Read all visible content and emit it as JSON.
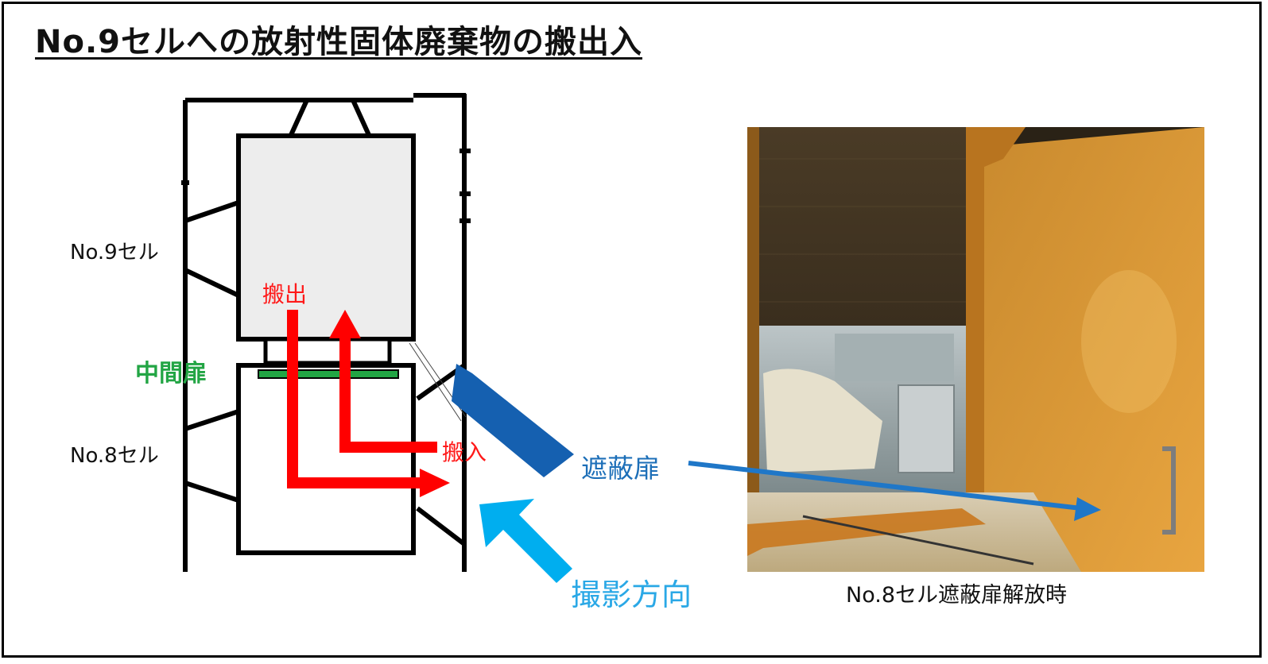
{
  "title": "No.9セルへの放射性固体廃棄物の搬出入",
  "labels": {
    "cell9": "No.9セル",
    "cell8": "No.8セル",
    "intermediate_door": "中間扉",
    "carry_out": "搬出",
    "carry_in": "搬入",
    "shield_door": "遮蔽扉",
    "shooting_direction": "撮影方向"
  },
  "photo": {
    "caption": "No.8セル遮蔽扉解放時"
  },
  "colors": {
    "carry_arrows": "#ff0000",
    "intermediate_door": "#22a544",
    "shield_door": "#1560b0",
    "shooting_arrow": "#00aeef",
    "pointer_arrow": "#1f77c8"
  }
}
